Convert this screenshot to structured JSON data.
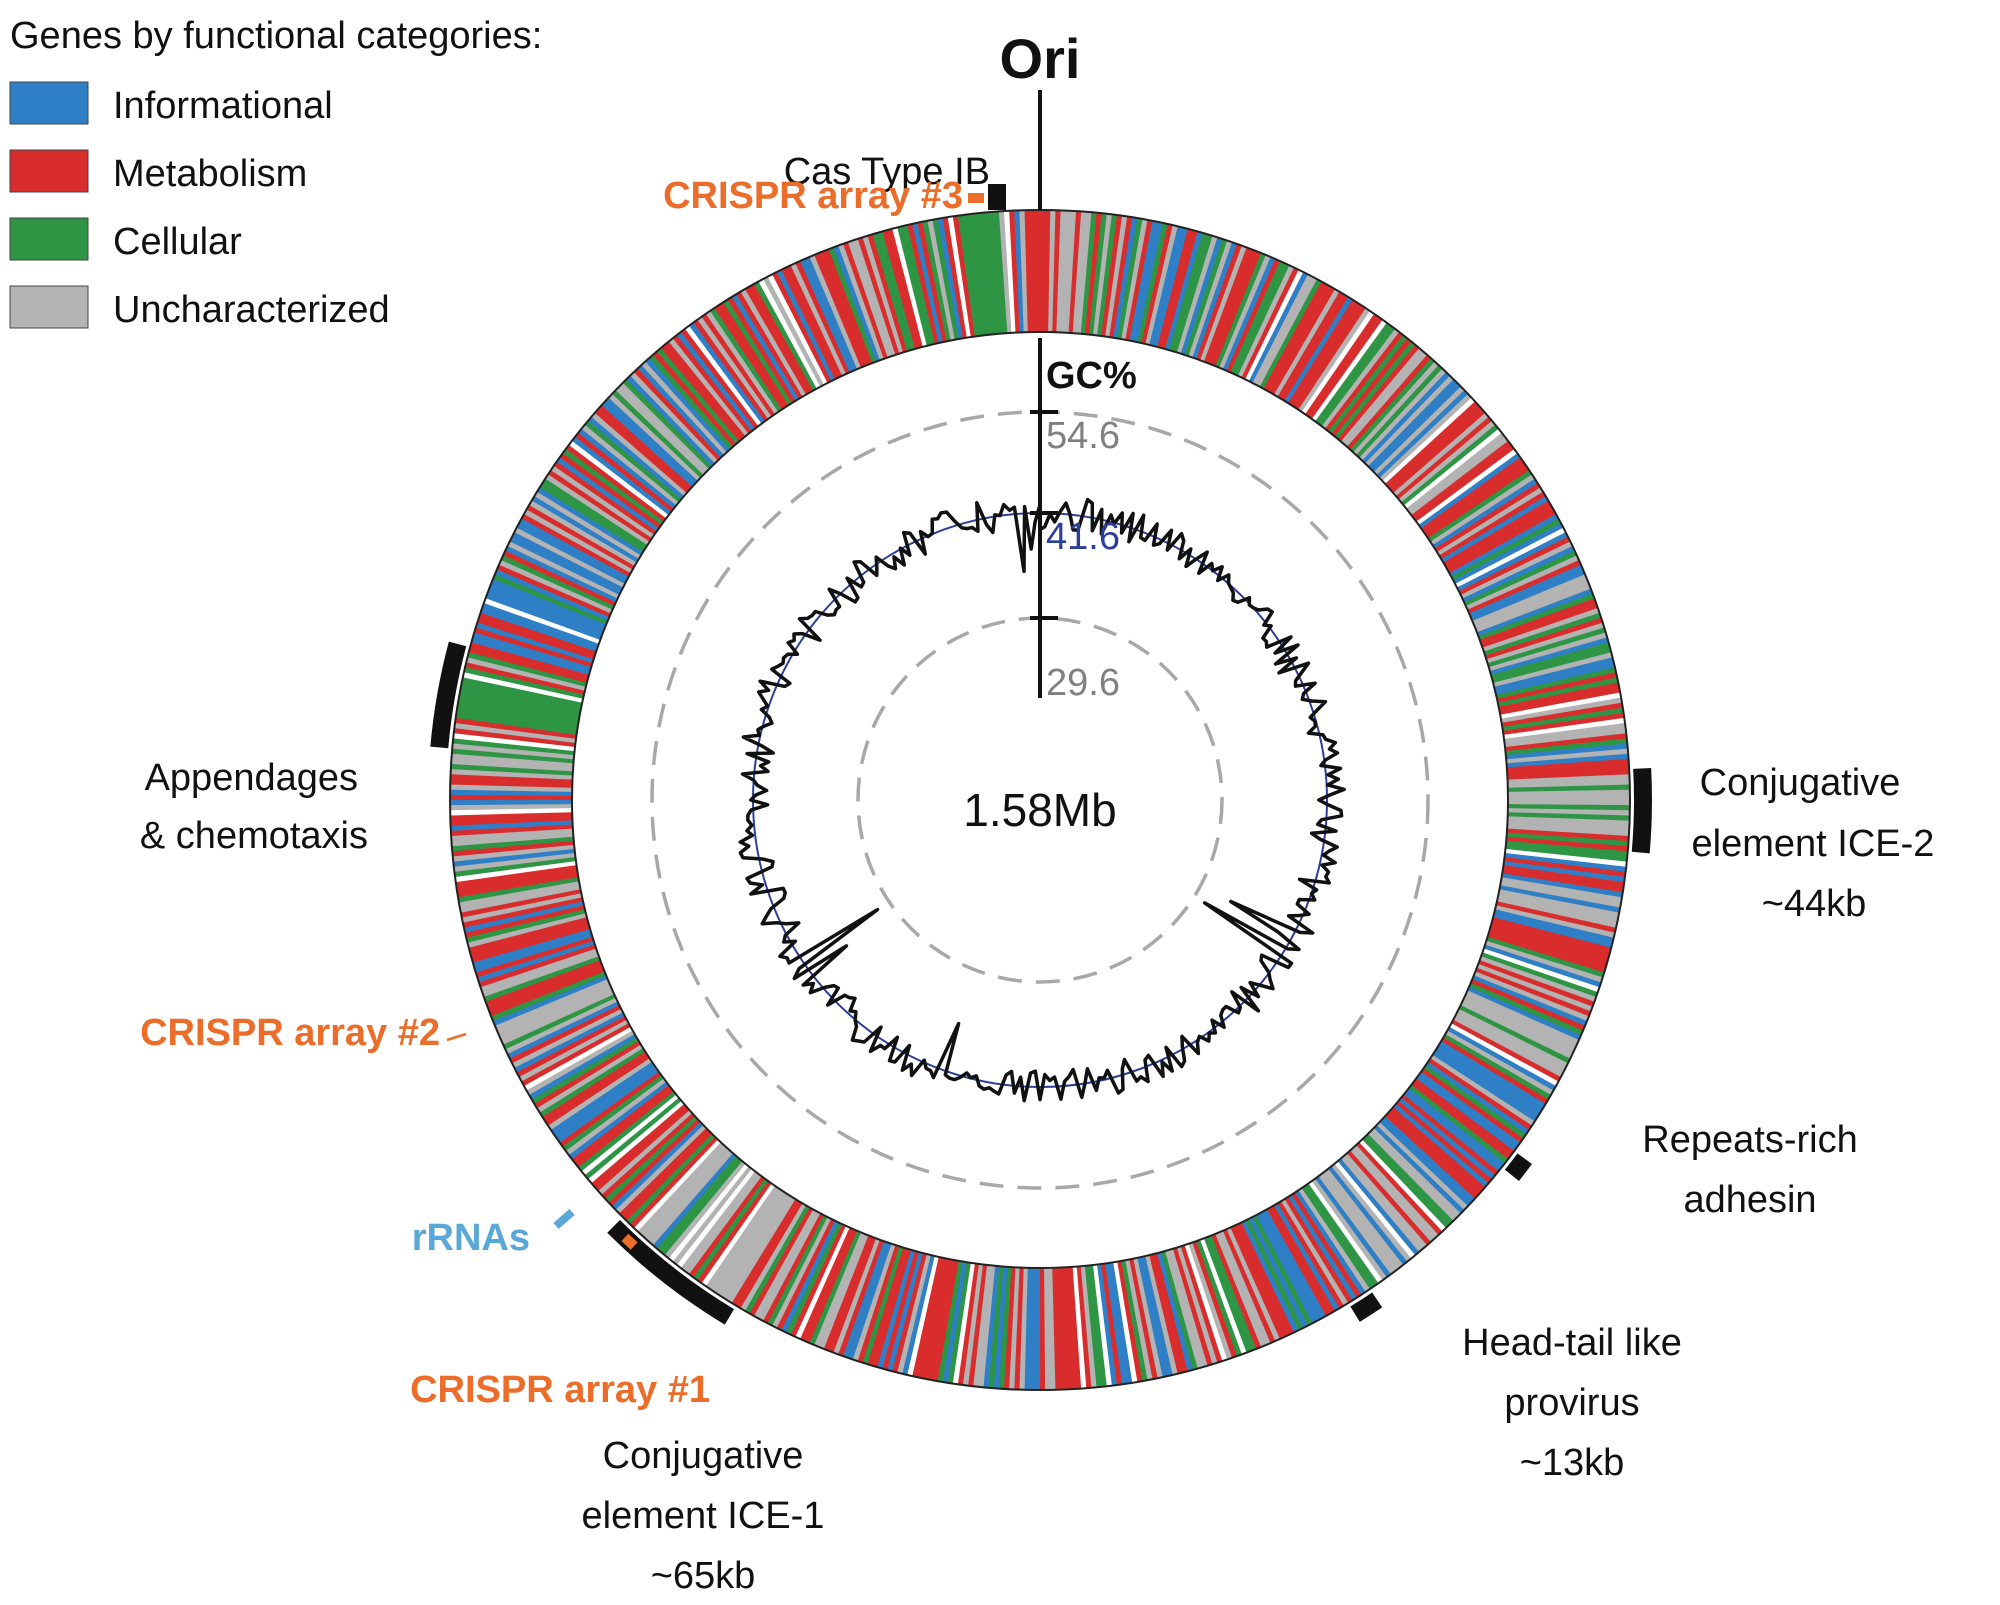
{
  "legend": {
    "title": "Genes by functional categories:",
    "items": [
      {
        "name": "Informational",
        "color": "#2f7fc6"
      },
      {
        "name": "Metabolism",
        "color": "#d92d2d"
      },
      {
        "name": "Cellular",
        "color": "#2e9545"
      },
      {
        "name": "Uncharacterized",
        "color": "#b3b3b3"
      }
    ]
  },
  "origin_label": "Ori",
  "genome_size": "1.58Mb",
  "gc": {
    "title": "GC%",
    "max": "54.6",
    "mean": "41.6",
    "min": "29.6",
    "max_value": 54.6,
    "mean_value": 41.6,
    "min_value": 29.6
  },
  "colors": {
    "crispr": "#ec6c29",
    "rrna": "#5aa8d8",
    "mean_circle": "#2b3f9a",
    "dashed_circle": "#a8a8a8"
  },
  "labels": {
    "cas": "Cas Type IB",
    "crispr3": "CRISPR array #3",
    "crispr2": "CRISPR array #2",
    "crispr1": "CRISPR array #1",
    "rrna": "rRNAs",
    "appendages": [
      "Appendages",
      "& chemotaxis"
    ],
    "ice2": [
      "Conjugative",
      "element ICE-2",
      "~44kb"
    ],
    "adhesin": [
      "Repeats-rich",
      "adhesin"
    ],
    "provirus": [
      "Head-tail like",
      "provirus",
      "~13kb"
    ],
    "ice1": [
      "Conjugative",
      "element ICE-1",
      "~65kb"
    ]
  }
}
